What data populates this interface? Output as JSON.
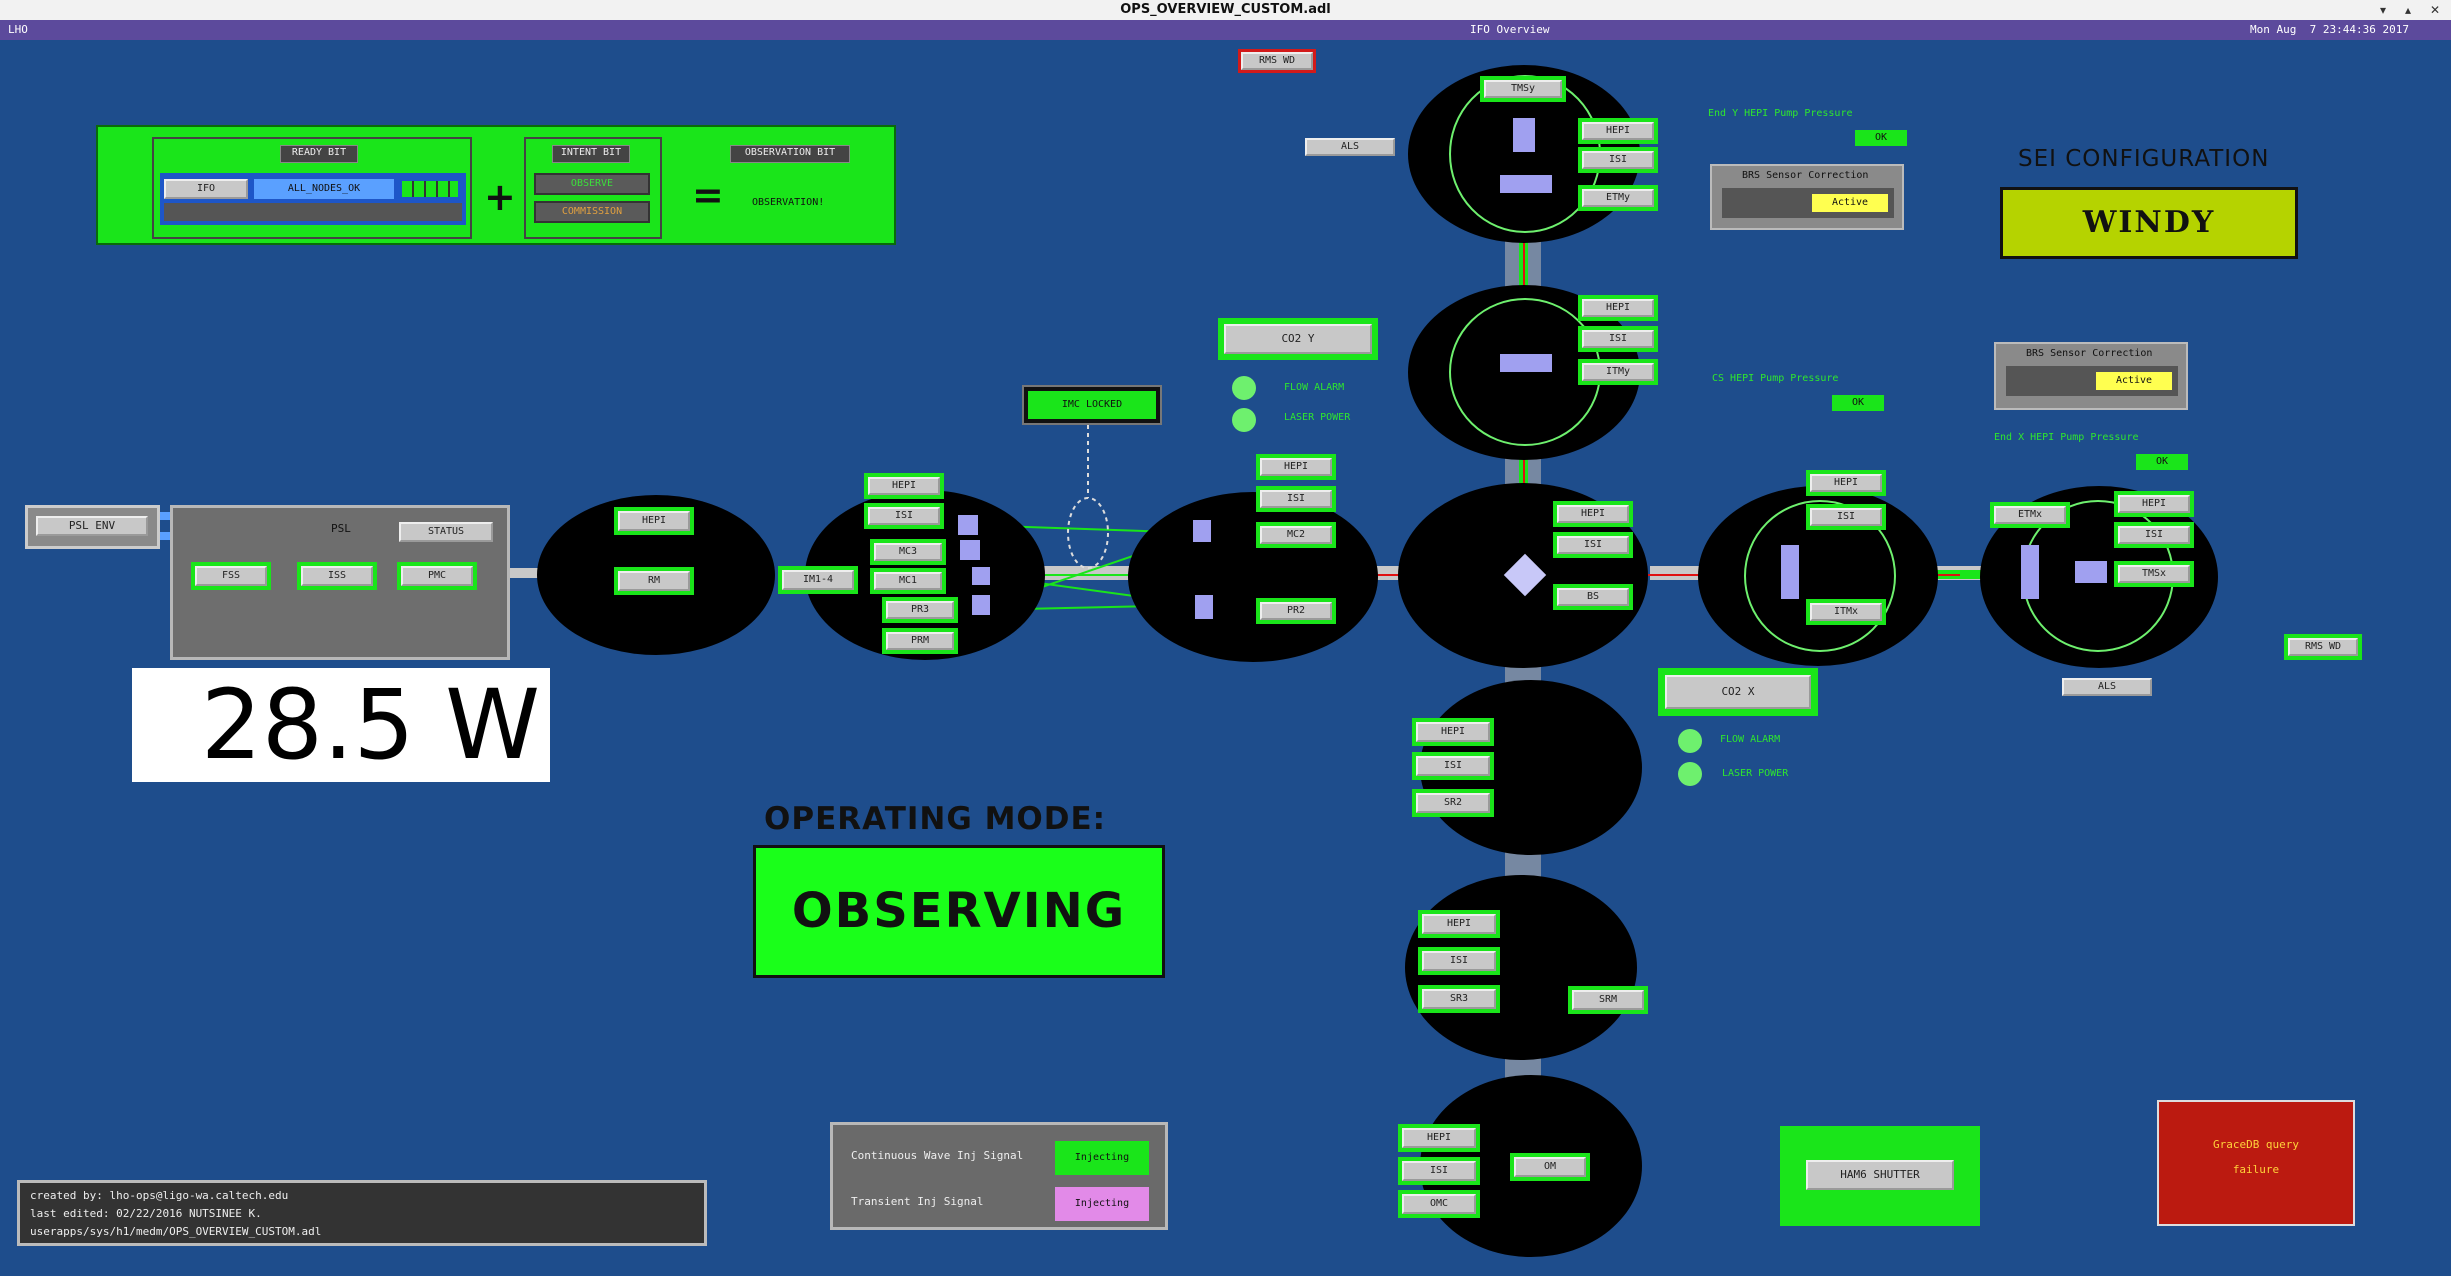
{
  "window": {
    "title": "OPS_OVERVIEW_CUSTOM.adl",
    "controls": [
      "▾",
      "▴",
      "✕"
    ]
  },
  "menubar": {
    "site": "LHO",
    "screen_title": "IFO Overview",
    "timestamp": "Mon Aug  7 23:44:36 2017"
  },
  "top": {
    "rms_wd": "RMS WD",
    "als_y": "ALS",
    "rms_wd_x": "RMS WD",
    "als_x": "ALS"
  },
  "bits": {
    "ready_bit": "READY BIT",
    "ifo_button": "IFO",
    "ready_state": "ALL_NODES_OK",
    "intent_bit": "INTENT BIT",
    "observe": "OBSERVE",
    "commission": "COMMISSION",
    "plus": "+",
    "equals": "=",
    "observation_bit": "OBSERVATION BIT",
    "observation_value": "OBSERVATION!"
  },
  "psl": {
    "env_button": "PSL ENV",
    "label": "PSL",
    "status_button": "STATUS",
    "fss": "FSS",
    "iss": "ISS",
    "pmc": "PMC",
    "power": "28.5 W"
  },
  "hepi": {
    "end_y_label": "End Y HEPI Pump Pressure",
    "end_y_value": "OK",
    "cs_label": "CS HEPI Pump Pressure",
    "cs_value": "OK",
    "end_x_label": "End X HEPI Pump Pressure",
    "end_x_value": "OK"
  },
  "brs": {
    "y_title": "BRS Sensor Correction",
    "y_value": "Active",
    "x_title": "BRS Sensor Correction",
    "x_value": "Active"
  },
  "sei": {
    "title": "SEI CONFIGURATION",
    "value": "WINDY"
  },
  "co2": {
    "y_button": "CO2 Y",
    "x_button": "CO2 X",
    "flow_alarm": "FLOW ALARM",
    "laser_power": "LASER POWER"
  },
  "imc": {
    "locked": "IMC LOCKED"
  },
  "chambers": {
    "etmy": [
      "TMSy",
      "HEPI",
      "ISI",
      "ETMy"
    ],
    "itmy": [
      "HEPI",
      "ISI",
      "ITMy"
    ],
    "ham1": [
      "HEPI",
      "RM"
    ],
    "ham2": [
      "HEPI",
      "ISI",
      "MC3",
      "MC1",
      "PR3",
      "PRM"
    ],
    "im": "IM1-4",
    "ham3": [
      "HEPI",
      "ISI",
      "MC2",
      "PR2"
    ],
    "bsc": [
      "HEPI",
      "ISI",
      "BS"
    ],
    "itmx": [
      "HEPI",
      "ISI",
      "ITMx"
    ],
    "etmx": [
      "ETMx",
      "HEPI",
      "ISI",
      "TMSx"
    ],
    "ham4": [
      "HEPI",
      "ISI",
      "SR2"
    ],
    "ham5": [
      "HEPI",
      "ISI",
      "SR3",
      "SRM"
    ],
    "ham6": [
      "HEPI",
      "ISI",
      "OMC",
      "OM"
    ]
  },
  "mode": {
    "title": "OPERATING MODE:",
    "value": "OBSERVING"
  },
  "injection": {
    "cw_label": "Continuous Wave Inj Signal",
    "cw_value": "Injecting",
    "transient_label": "Transient Inj Signal",
    "transient_value": "Injecting"
  },
  "ham6_shutter": "HAM6 SHUTTER",
  "gracedb": {
    "line1": "GraceDB query",
    "line2": "failure"
  },
  "footer": {
    "created": "created by: lho-ops@ligo-wa.caltech.edu",
    "edited": "last edited: 02/22/2016 NUTSINEE K.",
    "path": "userapps/sys/h1/medm/OPS_OVERVIEW_CUSTOM.adl"
  },
  "colors": {
    "background": "#1e4d8c",
    "green": "#1ae51a",
    "chamber": "#000000",
    "beam": "#e01010",
    "optic": "#a0a0f0",
    "windy": "#b5d300",
    "gracedb": "#bb1a10"
  }
}
